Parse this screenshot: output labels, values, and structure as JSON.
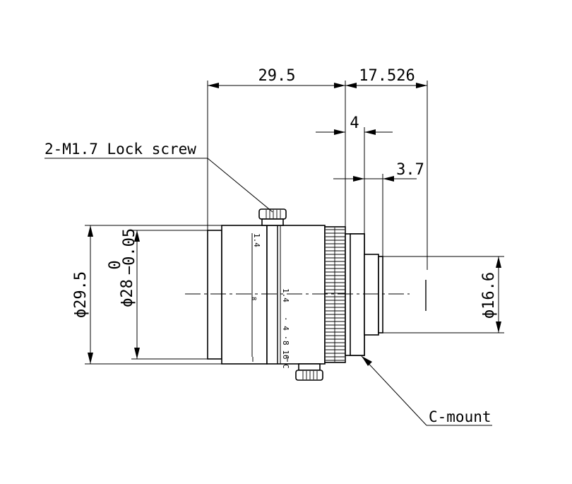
{
  "dimensions": {
    "lens_length": "29.5",
    "flange_distance": "17.526",
    "mount_thread_length": "4",
    "rear_protrusion": "3.7",
    "outer_diameter": "ϕ29.5",
    "ring_diameter": "ϕ28",
    "ring_tol_upper": "0",
    "ring_tol_lower": "−0.05",
    "rear_diameter": "ϕ16.6"
  },
  "callouts": {
    "lock_screw": "2-M1.7 Lock screw",
    "mount": "C-mount"
  },
  "scale_marks": {
    "infinity": "∞",
    "aperture": "1.4",
    "aperture_small": "1.4",
    "focus_1": "· 4 ·",
    "focus_2": "8 16 C"
  }
}
